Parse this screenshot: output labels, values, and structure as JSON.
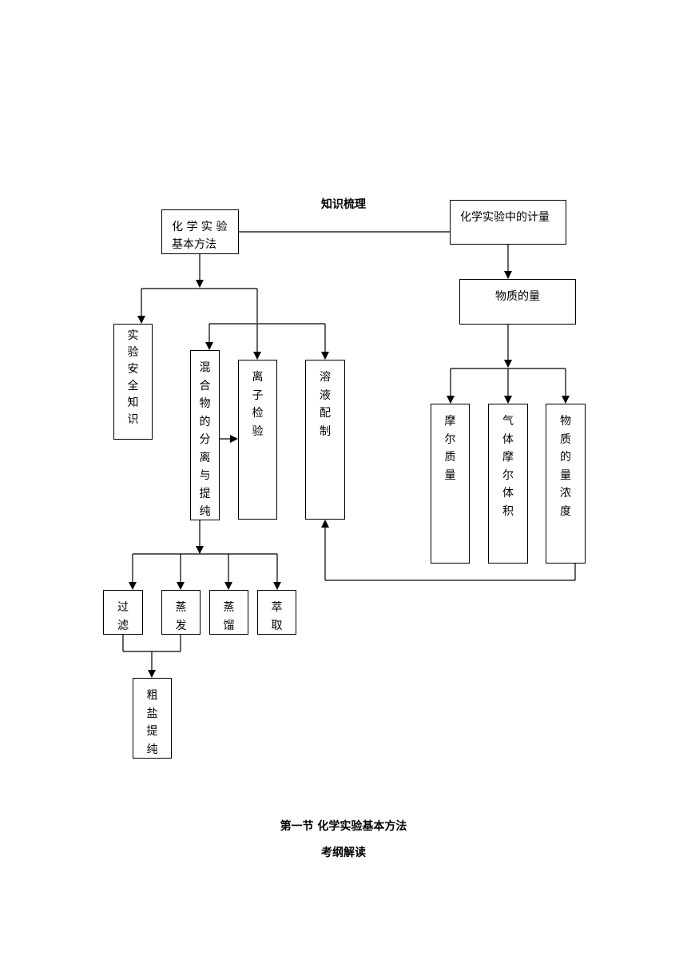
{
  "headings": {
    "knowledge": "知识梳理",
    "section": "第一节 化学实验基本方法",
    "syllabus": "考纲解读"
  },
  "nodes": {
    "basic_methods": "化 学 实 验 基本方法",
    "measurement": "化学实验中的计量",
    "amount_of_substance": "物质的量",
    "safety": "实验安全知识",
    "separation": "混合物的分离与提纯",
    "ion_test": "离子检验",
    "solution_prep": "溶液配制",
    "molar_mass": "摩尔质量",
    "molar_volume": "气体摩尔体积",
    "concentration": "物质的量浓度",
    "filtration": "过滤",
    "evaporation": "蒸发",
    "distillation": "蒸馏",
    "extraction": "萃取",
    "salt_purification": "粗盐提纯"
  }
}
